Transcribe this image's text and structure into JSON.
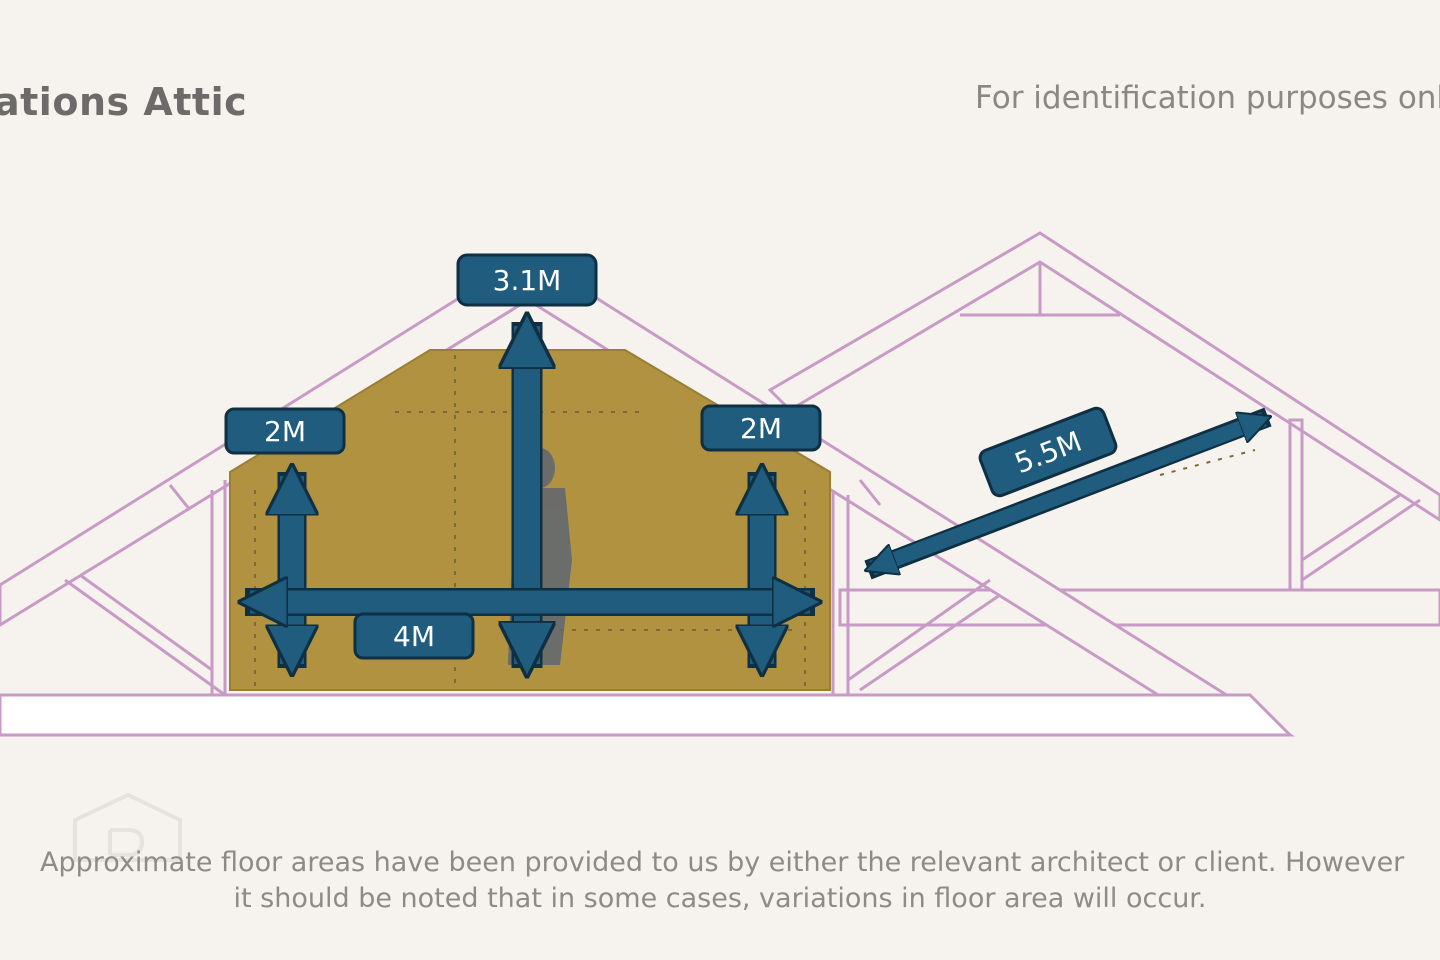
{
  "header": {
    "title": "ations Attic",
    "disclaimer": "For identification purposes onl"
  },
  "dimensions": {
    "left_height": "2M",
    "center_height": "3.1M",
    "right_height": "2M",
    "width": "4M",
    "length": "5.5M"
  },
  "footer": {
    "line1": "Approximate floor areas have been provided to us by either the relevant architect or client. However",
    "line2": "it should be noted that in some cases, variations in floor area will occur."
  },
  "colors": {
    "background": "#f6f3ee",
    "truss": "#c89ac6",
    "floor_area": "#b09240",
    "arrow": "#1f5c7e",
    "label_bg": "#1f5c7e"
  }
}
